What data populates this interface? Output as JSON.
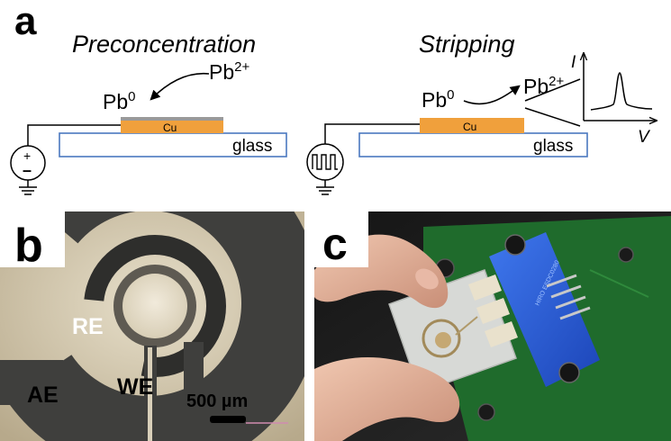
{
  "panels": {
    "a": {
      "letter": "a",
      "preconcentration": {
        "title": "Preconcentration",
        "ion_label": "Pb",
        "ion_charge": "2+",
        "metal_label": "Pb",
        "metal_charge": "0",
        "electrode_label": "Cu",
        "substrate_label": "glass"
      },
      "stripping": {
        "title": "Stripping",
        "ion_label": "Pb",
        "ion_charge": "2+",
        "metal_label": "Pb",
        "metal_charge": "0",
        "electrode_label": "Cu",
        "substrate_label": "glass",
        "y_axis_label": "I",
        "x_axis_label": "V"
      },
      "source_polarity": {
        "plus": "+",
        "minus": "–"
      }
    },
    "b": {
      "letter": "b",
      "labels": {
        "re": "RE",
        "we": "WE",
        "ae": "AE"
      },
      "scale_bar": "500 µm"
    },
    "c": {
      "letter": "c",
      "connector_text": "HIRO ESDC0280"
    }
  },
  "colors": {
    "copper": "#f0a03c",
    "lead_film": "#9a9a9a",
    "glass_border": "#4a78c0",
    "panel_b_background": "#c8bda4",
    "panel_b_electrode": "#3f3f3d",
    "panel_c_pcb": "#1f6b2c",
    "panel_c_connector": "#2a5fd6"
  }
}
